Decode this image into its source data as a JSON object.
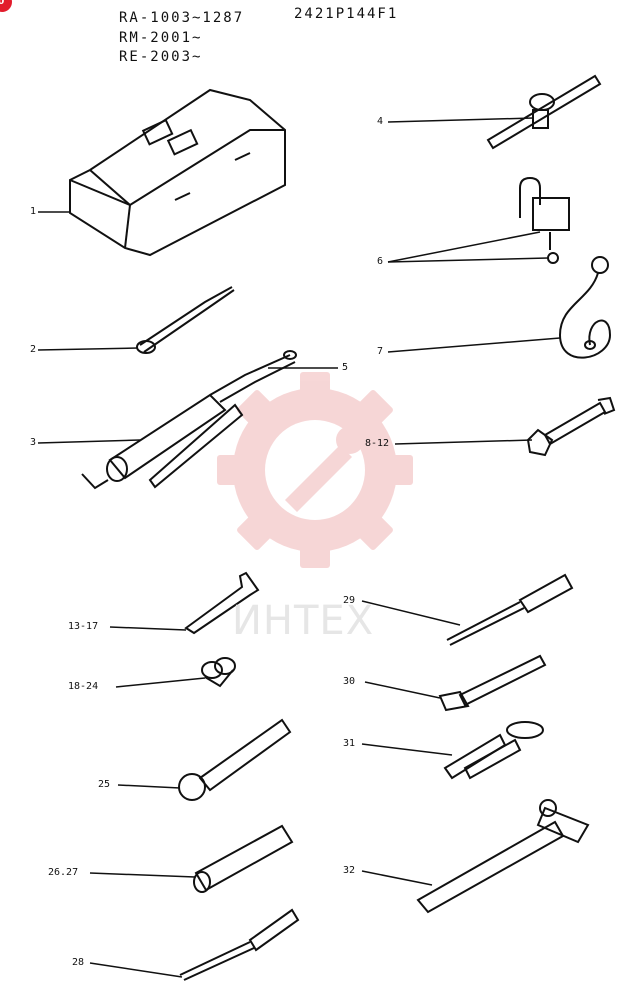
{
  "header": {
    "line1": "RA-1003~1287",
    "line2": "RM-2001~",
    "line3": "RE-2003~",
    "code": "2421P144F1"
  },
  "watermark": {
    "text": "ИНТЕХ",
    "color": "#f3b9b9"
  },
  "corner_badge": {
    "text": "0",
    "color": "#e21c2c"
  },
  "callouts": {
    "c1": "1",
    "c2": "2",
    "c3": "3",
    "c4": "4",
    "c5": "5",
    "c6": "6",
    "c7": "7",
    "c8_12": "8-12",
    "c13_17": "13-17",
    "c18_24": "18-24",
    "c25": "25",
    "c26_27": "26.27",
    "c28": "28",
    "c29": "29",
    "c30": "30",
    "c31": "31",
    "c32": "32"
  }
}
